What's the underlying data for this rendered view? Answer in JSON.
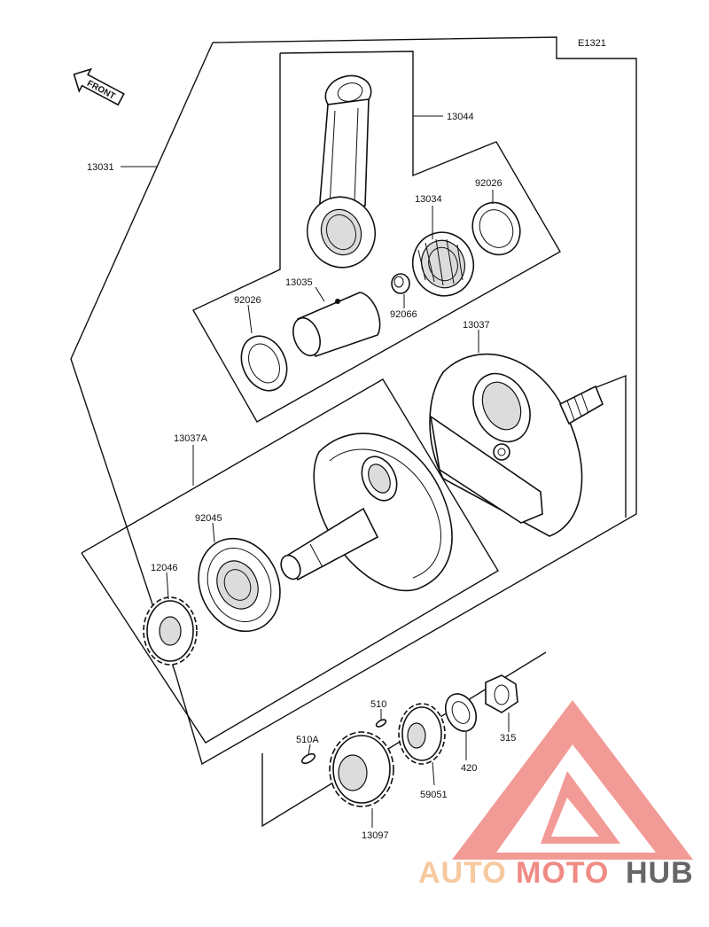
{
  "diagram": {
    "code": "E1321",
    "front_label": "FRONT",
    "labels": {
      "p13031": "13031",
      "p13044": "13044",
      "p13034": "13034",
      "p92026a": "92026",
      "p13035": "13035",
      "p92026b": "92026",
      "p92066": "92066",
      "p13037": "13037",
      "p13037A": "13037A",
      "p92045": "92045",
      "p12046": "12046",
      "p510": "510",
      "p510A": "510A",
      "p59051": "59051",
      "p420": "420",
      "p315": "315",
      "p13097": "13097"
    }
  },
  "watermark": {
    "text_a": "AUTO",
    "text_b": "MOTO",
    "text_c": "HUB",
    "colors": {
      "light": "#f6c9a0",
      "red": "#f08a84",
      "dark": "#666666"
    }
  }
}
